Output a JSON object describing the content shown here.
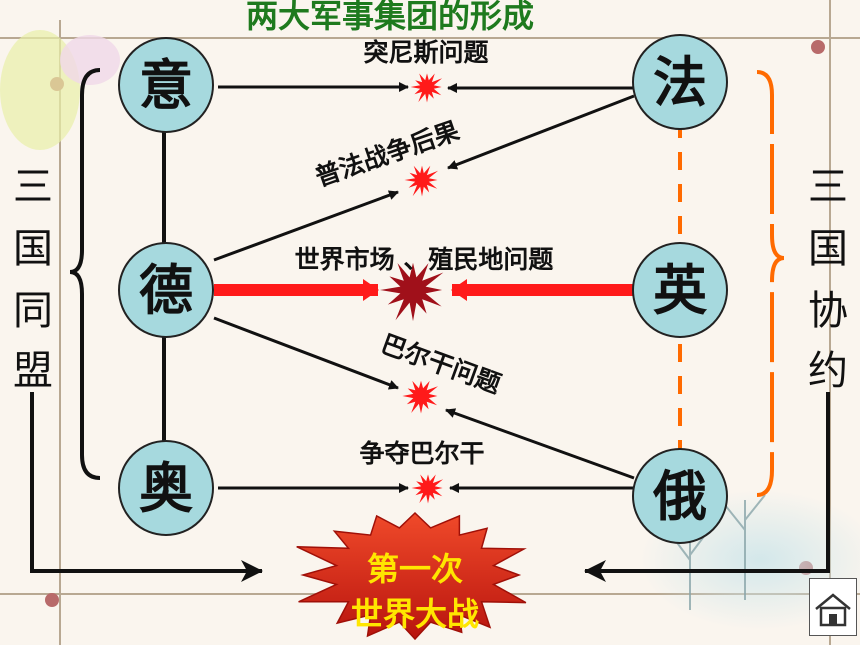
{
  "title": "两大军事集团的形成",
  "countries": {
    "italy": "意",
    "france": "法",
    "germany": "德",
    "britain": "英",
    "austria": "奥",
    "russia": "俄"
  },
  "conflicts": {
    "tunisia": "突尼斯问题",
    "franco_prussian": "普法战争后果",
    "world_market": "世界市场 、殖民地问题",
    "balkans": "巴尔干问题",
    "contest_balkans": "争夺巴尔干"
  },
  "alliances": {
    "triple_alliance": [
      "三",
      "国",
      "同",
      "盟"
    ],
    "triple_entente": [
      "三",
      "国",
      "协",
      "约"
    ]
  },
  "war": {
    "line1": "第一次",
    "line2": "世界大战"
  },
  "colors": {
    "title": "#1e7a1e",
    "circle_fill": "#a6d9de",
    "entente_dash": "#ff6a00",
    "red_arrow": "#ff1a1a",
    "burst": "#ff1a1a",
    "big_burst": "#a0101a",
    "war_burst": "#e0311a",
    "war_text": "#ffe600"
  },
  "icons": {
    "home": "home-icon",
    "conflict": "explosion-icon"
  }
}
